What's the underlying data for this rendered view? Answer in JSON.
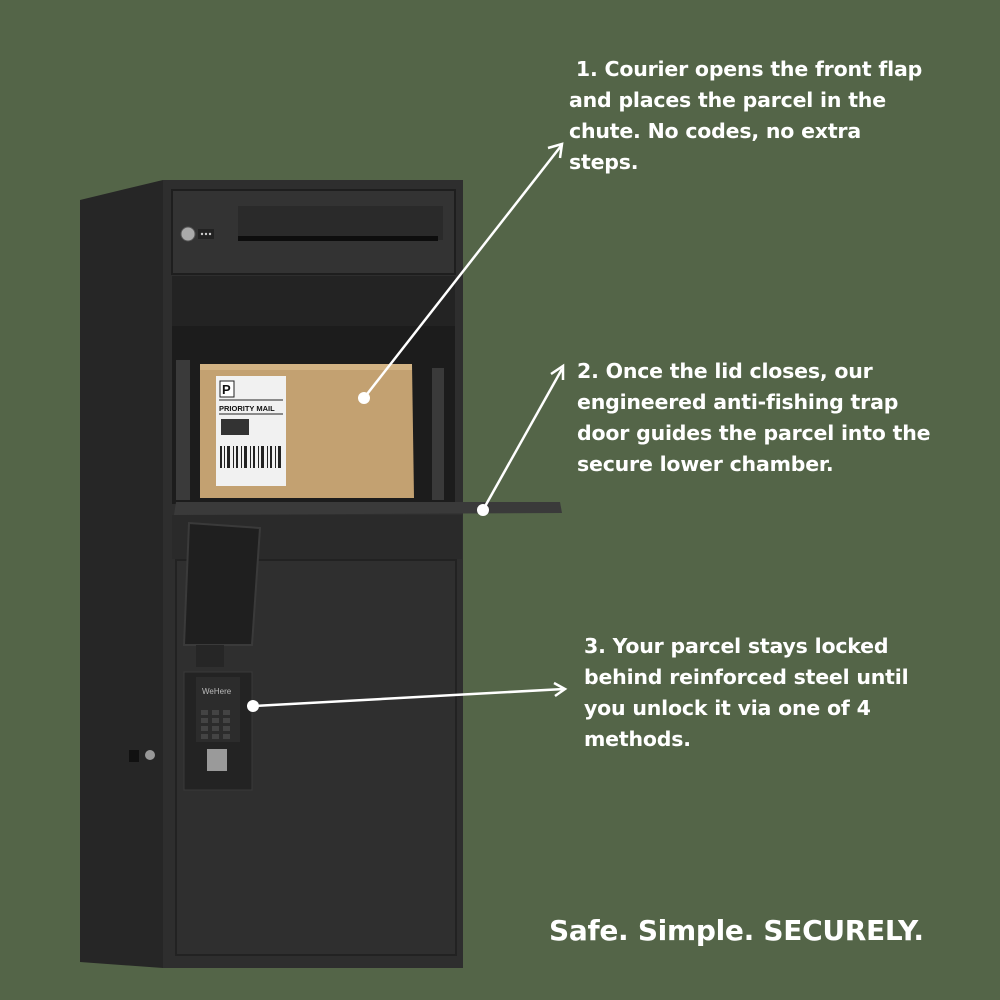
{
  "callouts": [
    {
      "lines": [
        " 1. Courier opens the front flap",
        "and places the parcel in the",
        "chute. No codes, no extra",
        "steps."
      ]
    },
    {
      "lines": [
        "2. Once the lid closes, our",
        "engineered anti-fishing trap",
        "door guides the parcel into the",
        "secure lower chamber."
      ]
    },
    {
      "lines": [
        "3. Your parcel stays locked",
        "behind reinforced steel until",
        "you unlock it via one of 4",
        "methods."
      ]
    }
  ],
  "tagline": "Safe. Simple. SECURELY.",
  "package_label": {
    "letter": "P",
    "service": "PRIORITY MAIL"
  },
  "keypad_brand": "WeHere",
  "colors": {
    "background": "#546548",
    "cabinet": "#2b2b2b",
    "box": "#c4a275",
    "text": "#ffffff"
  }
}
